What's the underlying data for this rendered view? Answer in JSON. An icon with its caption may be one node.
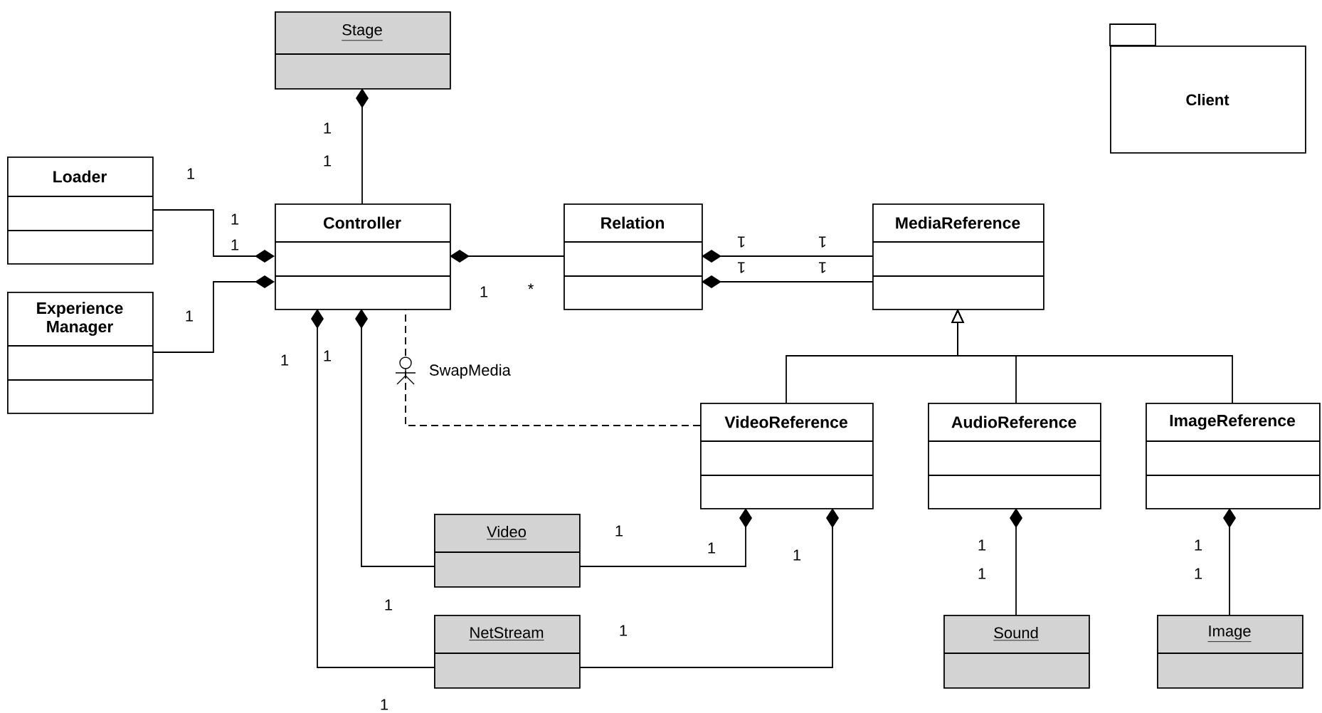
{
  "diagram": {
    "nodes": [
      {
        "text": [
          "Stage"
        ]
      },
      {
        "text": [
          "Loader"
        ]
      },
      {
        "text": [
          "Controller"
        ]
      },
      {
        "text": [
          "Relation"
        ]
      },
      {
        "text": [
          "MediaReference"
        ]
      },
      {
        "text": [
          "Experience Manager"
        ]
      },
      {
        "text": [
          "VideoReference"
        ]
      },
      {
        "text": [
          "AudioReference"
        ]
      },
      {
        "text": [
          "ImageReference"
        ]
      },
      {
        "text": [
          "Video"
        ]
      },
      {
        "text": [
          "Sound"
        ]
      },
      {
        "text": [
          "NetStream"
        ]
      },
      {
        "text": [
          "Image"
        ]
      },
      {
        "text": [
          "Client"
        ]
      }
    ],
    "edges": [
      {
        "from": 2,
        "to": 0,
        "arrow": "other"
      },
      {
        "from": 1,
        "to": 2,
        "arrow": "other"
      },
      {
        "from": 5,
        "to": 2,
        "arrow": "other"
      },
      {
        "from": 3,
        "to": 2,
        "arrow": "other"
      },
      {
        "from": 4,
        "to": 3,
        "arrow": "other"
      },
      {
        "from": 4,
        "to": 3,
        "arrow": "other"
      },
      {
        "from": 6,
        "to": 4,
        "arrow": "to"
      },
      {
        "from": 7,
        "to": 4,
        "arrow": "to"
      },
      {
        "from": 8,
        "to": 4,
        "arrow": "to"
      },
      {
        "from": 9,
        "to": 2,
        "arrow": "other"
      },
      {
        "from": 11,
        "to": 2,
        "arrow": "other"
      },
      {
        "from": 9,
        "to": 6,
        "arrow": "other"
      },
      {
        "from": 11,
        "to": 6,
        "arrow": "other"
      },
      {
        "from": 10,
        "to": 7,
        "arrow": "other"
      },
      {
        "from": 12,
        "to": 8,
        "arrow": "other"
      },
      {
        "from": 6,
        "to": 2,
        "arrow": "none",
        "style": "dashed",
        "label": "SwapMedia"
      }
    ],
    "labels": [
      "1",
      "1",
      "1",
      "1",
      "1",
      "1",
      "1",
      "1",
      "1",
      "*",
      "1",
      "1",
      "1",
      "1",
      "1",
      "1",
      "1",
      "1",
      "1",
      "1",
      "1",
      "1",
      "1",
      "1"
    ]
  }
}
